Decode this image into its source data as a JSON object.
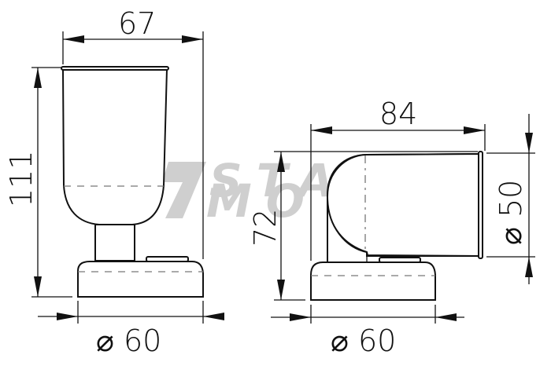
{
  "drawing": {
    "type": "technical-dimension-drawing",
    "units": "mm",
    "watermark": {
      "line1": "STAR",
      "line2": "MOTO",
      "color": "#cfcfcf"
    },
    "views": [
      {
        "name": "front-view",
        "dimensions": {
          "width": "67",
          "height": "111",
          "base_diameter": "⌀ 60"
        }
      },
      {
        "name": "side-view",
        "dimensions": {
          "length": "84",
          "height": "72",
          "cup_diameter": "⌀ 50",
          "base_diameter": "⌀ 60"
        }
      }
    ],
    "colors": {
      "line": "#111111",
      "dashed": "#777777",
      "background": "#ffffff"
    }
  }
}
